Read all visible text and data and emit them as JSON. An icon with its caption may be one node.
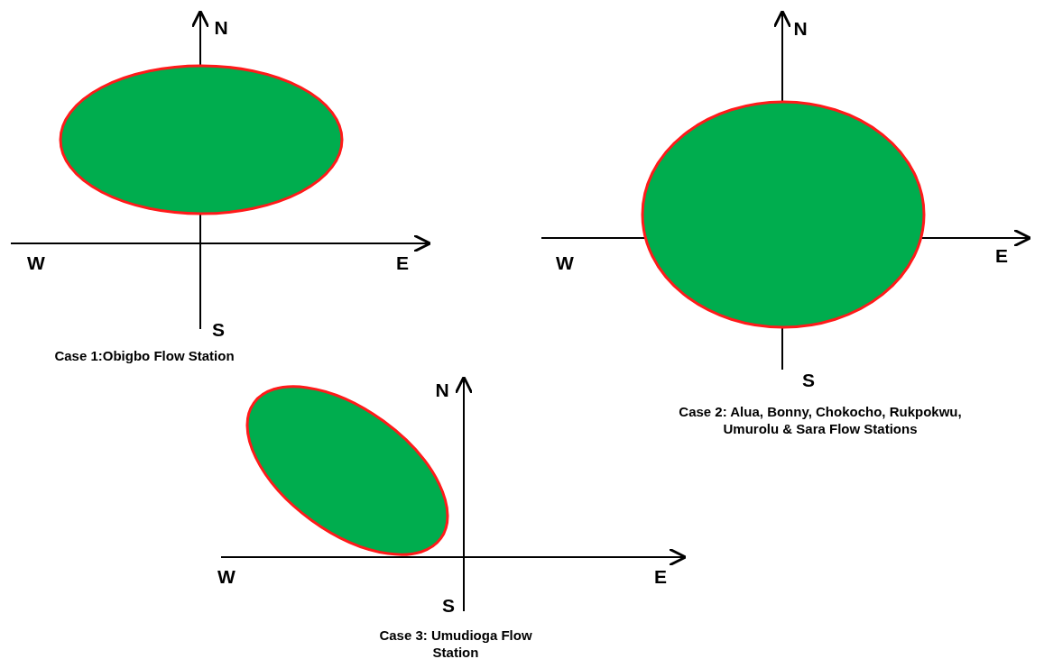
{
  "diagram": {
    "nodes": [
      {
        "text": [],
        "shape": "ellipse"
      },
      {
        "text": [],
        "shape": "ellipse"
      },
      {
        "text": [],
        "shape": "ellipse"
      }
    ],
    "labels": [
      "N",
      "W",
      "E",
      "S",
      "Case 1:Obigbo Flow Station",
      "N",
      "W",
      "E",
      "S",
      "Case 2: Alua, Bonny, Chokocho, Rukpokwu, Umurolu & Sara Flow Stations",
      "N",
      "W",
      "E",
      "S",
      "Case 3: Umudioga Flow Station"
    ]
  }
}
